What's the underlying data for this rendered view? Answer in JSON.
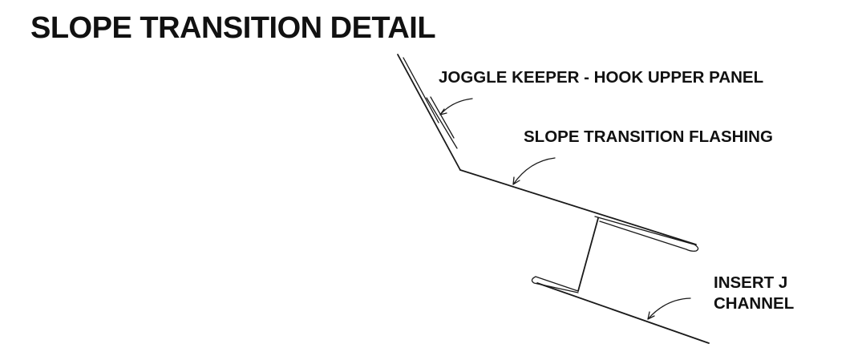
{
  "diagram": {
    "title": "SLOPE TRANSITION DETAIL",
    "callouts": {
      "joggle_keeper": "JOGGLE KEEPER - HOOK UPPER PANEL",
      "slope_transition_flashing": "SLOPE TRANSITION FLASHING",
      "insert_j_channel_line1": "INSERT J",
      "insert_j_channel_line2": "CHANNEL"
    }
  }
}
